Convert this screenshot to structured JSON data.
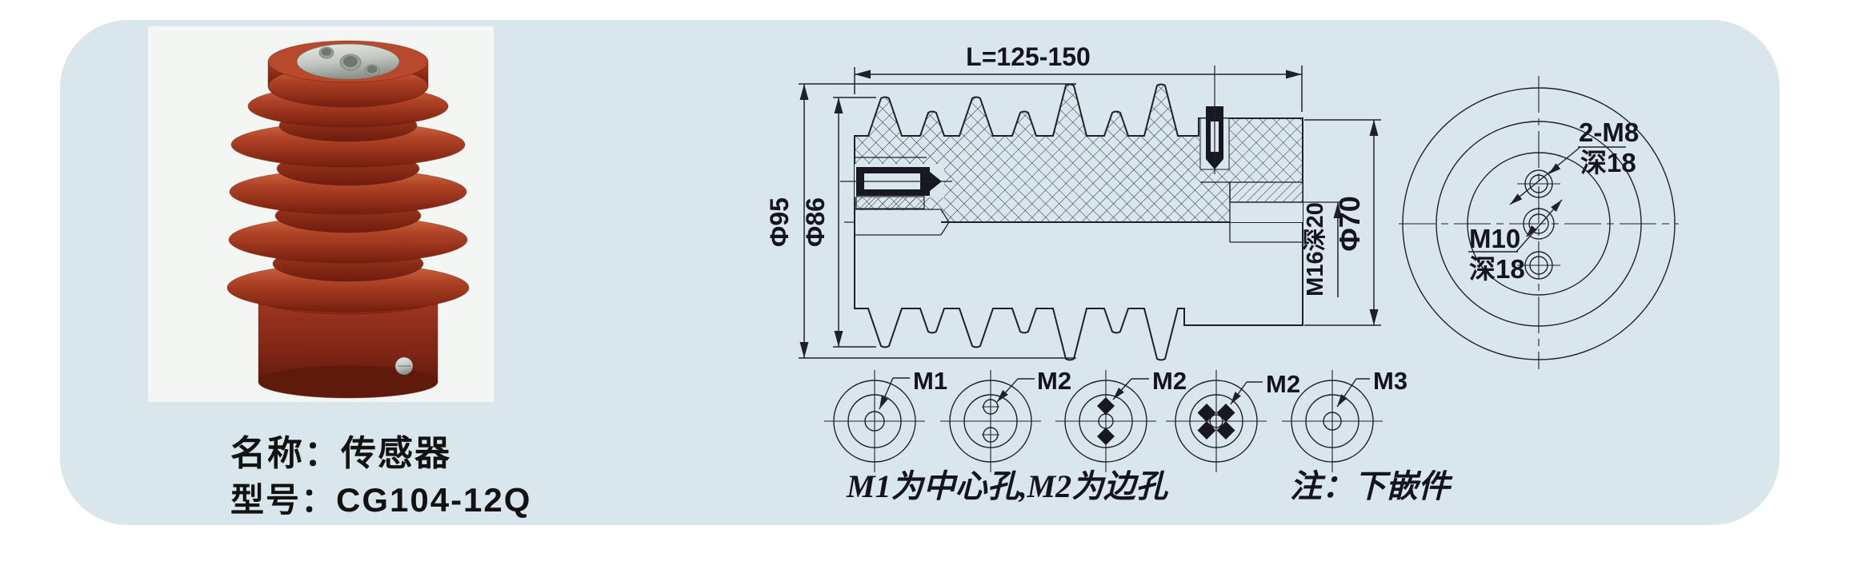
{
  "colors": {
    "panel_bg": "#d9e6ec",
    "photo_bg": "#f4f6f3",
    "line": "#20202b",
    "insulator_red": "#b14427",
    "text": "#121212"
  },
  "product": {
    "name_label": "名称：传感器",
    "model_label": "型号：CG104-12Q",
    "photo_icon": "sensor-photo"
  },
  "section": {
    "dim_length": "L=125-150",
    "dim_phi95": "Φ95",
    "dim_phi86": "Φ86",
    "dim_phi70": "Φ70",
    "dim_m16": "M16深20"
  },
  "top_view": {
    "label_2m8": "2-M8",
    "depth_2m8": "深18",
    "label_m10": "M10",
    "depth_m10": "深18"
  },
  "hole_views": [
    {
      "label": "M1",
      "type": "center-hole"
    },
    {
      "label": "M2",
      "type": "two-edge-holes"
    },
    {
      "label": "M2",
      "type": "center-hole-two-diamonds"
    },
    {
      "label": "M2",
      "type": "four-diamonds"
    },
    {
      "label": "M3",
      "type": "small-center-hole"
    }
  ],
  "notes": {
    "holes": "M1为中心孔,M2为边孔",
    "insert": "注：下嵌件"
  }
}
